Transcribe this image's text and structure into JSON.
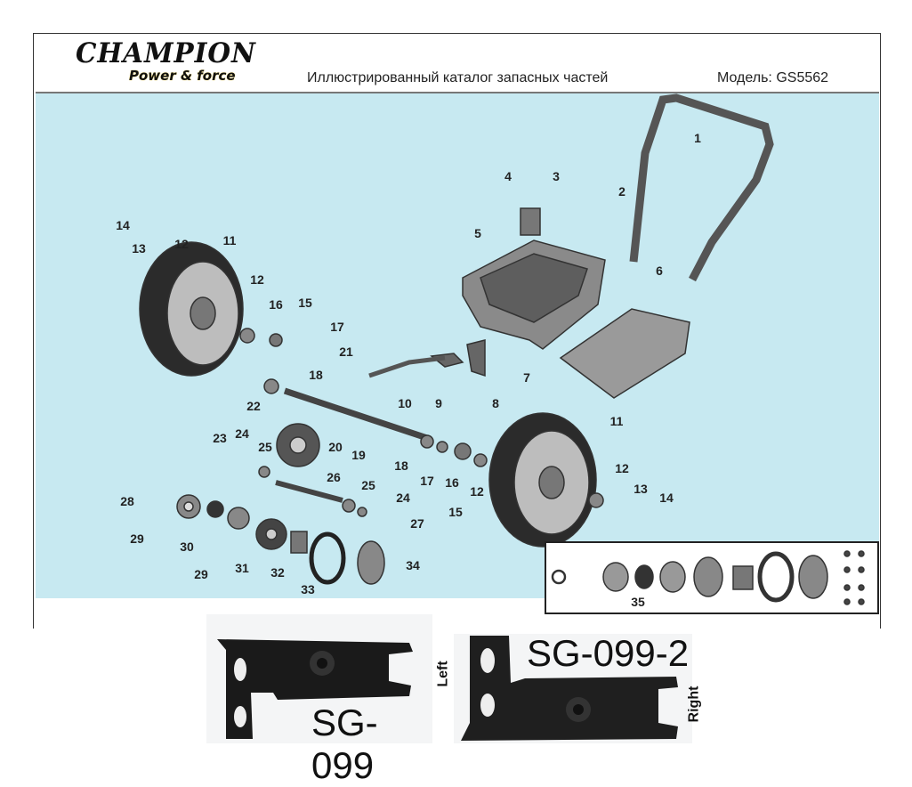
{
  "header": {
    "brand": "CHAMPION",
    "brand_tagline": "Power & force",
    "title": "Иллюстрированный каталог запасных частей",
    "model": "Модель: GS5562"
  },
  "diagram": {
    "callouts": [
      "1",
      "2",
      "3",
      "4",
      "5",
      "6",
      "7",
      "8",
      "9",
      "10",
      "11",
      "12",
      "13",
      "14",
      "12",
      "16",
      "15",
      "17",
      "18",
      "21",
      "22",
      "20",
      "19",
      "23",
      "24",
      "25",
      "26",
      "28",
      "29",
      "30",
      "29",
      "31",
      "32",
      "33",
      "34",
      "25",
      "24",
      "27",
      "18",
      "17",
      "16",
      "15",
      "12",
      "11",
      "12",
      "13",
      "14"
    ],
    "inset_label": "35"
  },
  "photos": [
    {
      "part": "SG-099",
      "side": "Left"
    },
    {
      "part": "SG-099-2",
      "side": "Right"
    }
  ],
  "colors": {
    "diagram_bg": "#c7e9f1",
    "part": "#7d7d7d",
    "tire": "#2b2b2b"
  }
}
